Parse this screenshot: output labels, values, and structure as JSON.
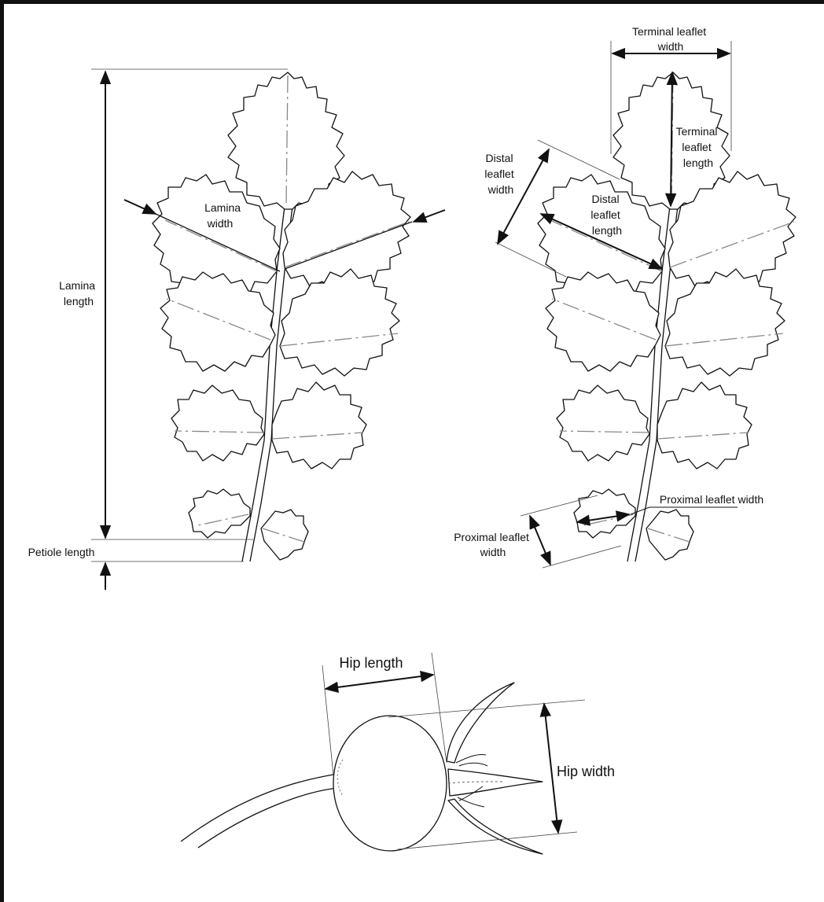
{
  "labels": {
    "lamina_width": [
      "Lamina",
      "width"
    ],
    "lamina_length": [
      "Lamina",
      "length"
    ],
    "petiole_length": "Petiole length",
    "terminal_leaflet_width": [
      "Terminal leaflet",
      "width"
    ],
    "terminal_leaflet_length": [
      "Terminal",
      "leaflet",
      "length"
    ],
    "distal_leaflet_width": [
      "Distal",
      "leaflet",
      "width"
    ],
    "distal_leaflet_length": [
      "Distal",
      "leaflet",
      "length"
    ],
    "proximal_leaflet_width_right": "Proximal leaflet width",
    "proximal_leaflet_width_left": [
      "Proximal leaflet",
      "width"
    ],
    "hip_length": "Hip length",
    "hip_width": "Hip width"
  },
  "colors": {
    "ink": "#111111",
    "vein": "#888888",
    "background": "#ffffff"
  }
}
